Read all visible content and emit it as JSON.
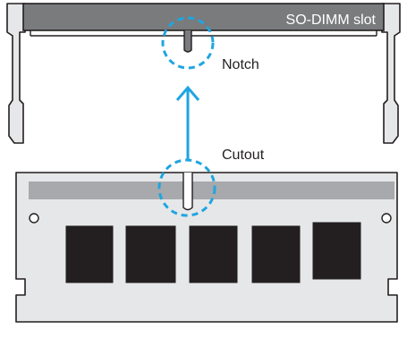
{
  "slot": {
    "title": "SO-DIMM slot"
  },
  "labels": {
    "notch": "Notch",
    "cutout": "Cutout"
  },
  "colors": {
    "slot_bar": "#7a7b7d",
    "slot_frame": "#e6e7e8",
    "module_body": "#e6e7e8",
    "module_strip": "#a7a9ac",
    "chip": "#231f20",
    "highlight": "#1fa5e0",
    "outline": "#231f20"
  },
  "module": {
    "chip_count": 5
  },
  "icons": [
    "up-arrow-icon",
    "dashed-circle-icon"
  ]
}
